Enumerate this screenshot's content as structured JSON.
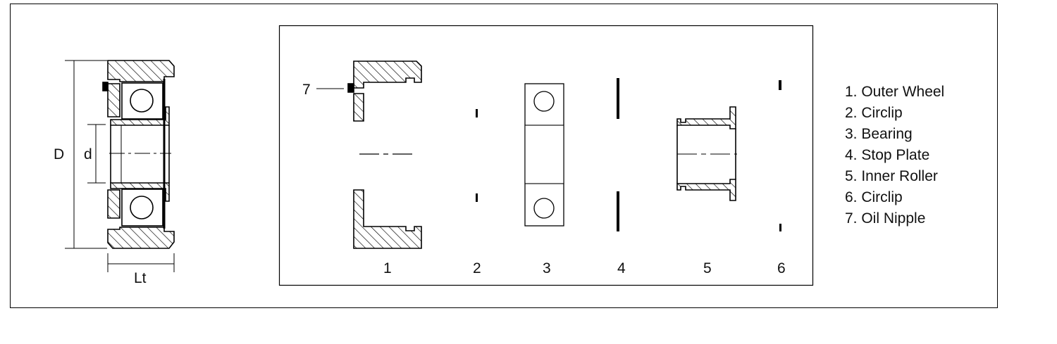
{
  "assembly": {
    "dimension_labels": {
      "outer_diameter": "D",
      "bore": "d",
      "length": "Lt"
    }
  },
  "exploded_view": {
    "part_numbers": [
      "1",
      "2",
      "3",
      "4",
      "5",
      "6"
    ],
    "callout": "7"
  },
  "legend": {
    "items": [
      "1. Outer Wheel",
      "2. Circlip",
      "3. Bearing",
      "4. Stop Plate",
      "5. Inner Roller",
      "6. Circlip",
      "7. Oil Nipple"
    ]
  }
}
